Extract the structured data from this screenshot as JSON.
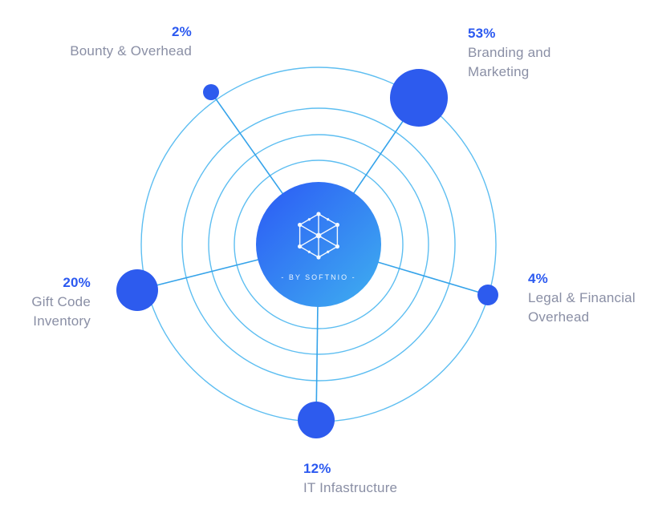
{
  "chart_data": {
    "type": "pie",
    "categories": [
      "Bounty & Overhead",
      "Branding and Marketing",
      "Legal & Financial Overhead",
      "IT Infastructure",
      "Gift Code Inventory"
    ],
    "values": [
      2,
      53,
      4,
      12,
      20
    ],
    "unit": "%",
    "title": "",
    "legend_position": "around-orbits",
    "center_caption": "- BY SOFTNIO -"
  },
  "center": {
    "caption": "- BY SOFTNIO -"
  },
  "labels": {
    "bounty": {
      "percent": "2%",
      "line1": "Bounty & Overhead"
    },
    "branding": {
      "percent": "53%",
      "line1": "Branding and",
      "line2": "Marketing"
    },
    "legal": {
      "percent": "4%",
      "line1": "Legal & Financial",
      "line2": "Overhead"
    },
    "it": {
      "percent": "12%",
      "line1": "IT Infastructure"
    },
    "gift": {
      "percent": "20%",
      "line1": "Gift Code",
      "line2": "Inventory"
    }
  },
  "colors": {
    "accent_blue": "#2b59f0",
    "dot_blue": "#2d5bee",
    "orbit_blue": "#4cb7f0",
    "spoke_blue": "#35a3ea",
    "label_gray": "#8a8fa5",
    "center_gradient_start": "#2b59f5",
    "center_gradient_end": "#3fb0f0"
  }
}
